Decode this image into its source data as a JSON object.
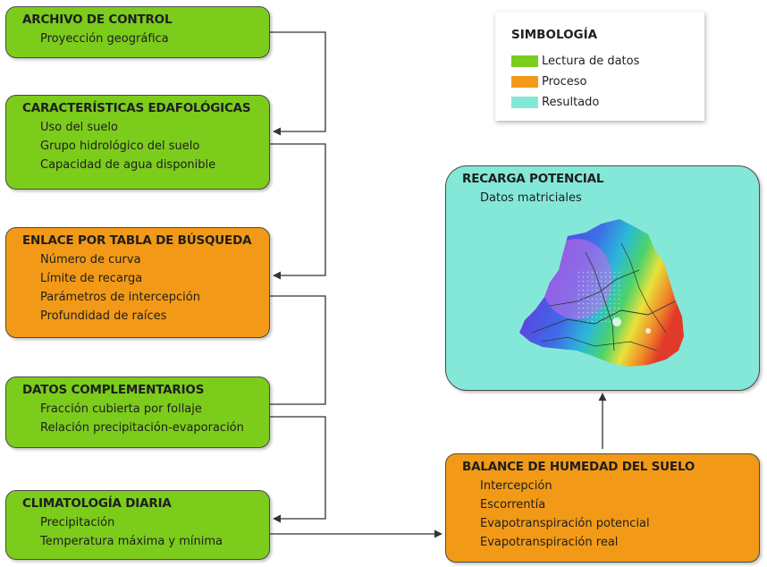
{
  "boxes": {
    "control": {
      "title": "ARCHIVO DE CONTROL",
      "items": [
        "Proyección geográfica"
      ]
    },
    "soil": {
      "title": "CARACTERÍSTICAS EDAFOLÓGICAS",
      "items": [
        "Uso del suelo",
        "Grupo hidrológico del suelo",
        "Capacidad de agua disponible"
      ]
    },
    "lookup": {
      "title": "ENLACE POR TABLA DE BÚSQUEDA",
      "items": [
        "Número de curva",
        "Límite de recarga",
        "Parámetros de intercepción",
        "Profundidad de raíces"
      ]
    },
    "complementary": {
      "title": "DATOS COMPLEMENTARIOS",
      "items": [
        "Fracción cubierta por follaje",
        "Relación precipitación-evaporación"
      ]
    },
    "climate": {
      "title": "CLIMATOLOGÍA DIARIA",
      "items": [
        "Precipitación",
        "Temperatura máxima y mínima"
      ]
    },
    "balance": {
      "title": "BALANCE DE HUMEDAD DEL SUELO",
      "items": [
        "Intercepción",
        "Escorrentía",
        "Evapotranspiración potencial",
        "Evapotranspiración real"
      ]
    },
    "recharge": {
      "title": "RECARGA POTENCIAL",
      "items": [
        "Datos matriciales"
      ]
    }
  },
  "legend": {
    "title": "SIMBOLOGÍA",
    "entries": [
      {
        "label": "Lectura de datos",
        "color": "#7ccc1c"
      },
      {
        "label": "Proceso",
        "color": "#f29a17"
      },
      {
        "label": "Resultado",
        "color": "#84e8d8"
      }
    ]
  },
  "colors": {
    "data_input": "#7ccc1c",
    "process": "#f29a17",
    "result": "#84e8d8",
    "connector": "#333333"
  }
}
